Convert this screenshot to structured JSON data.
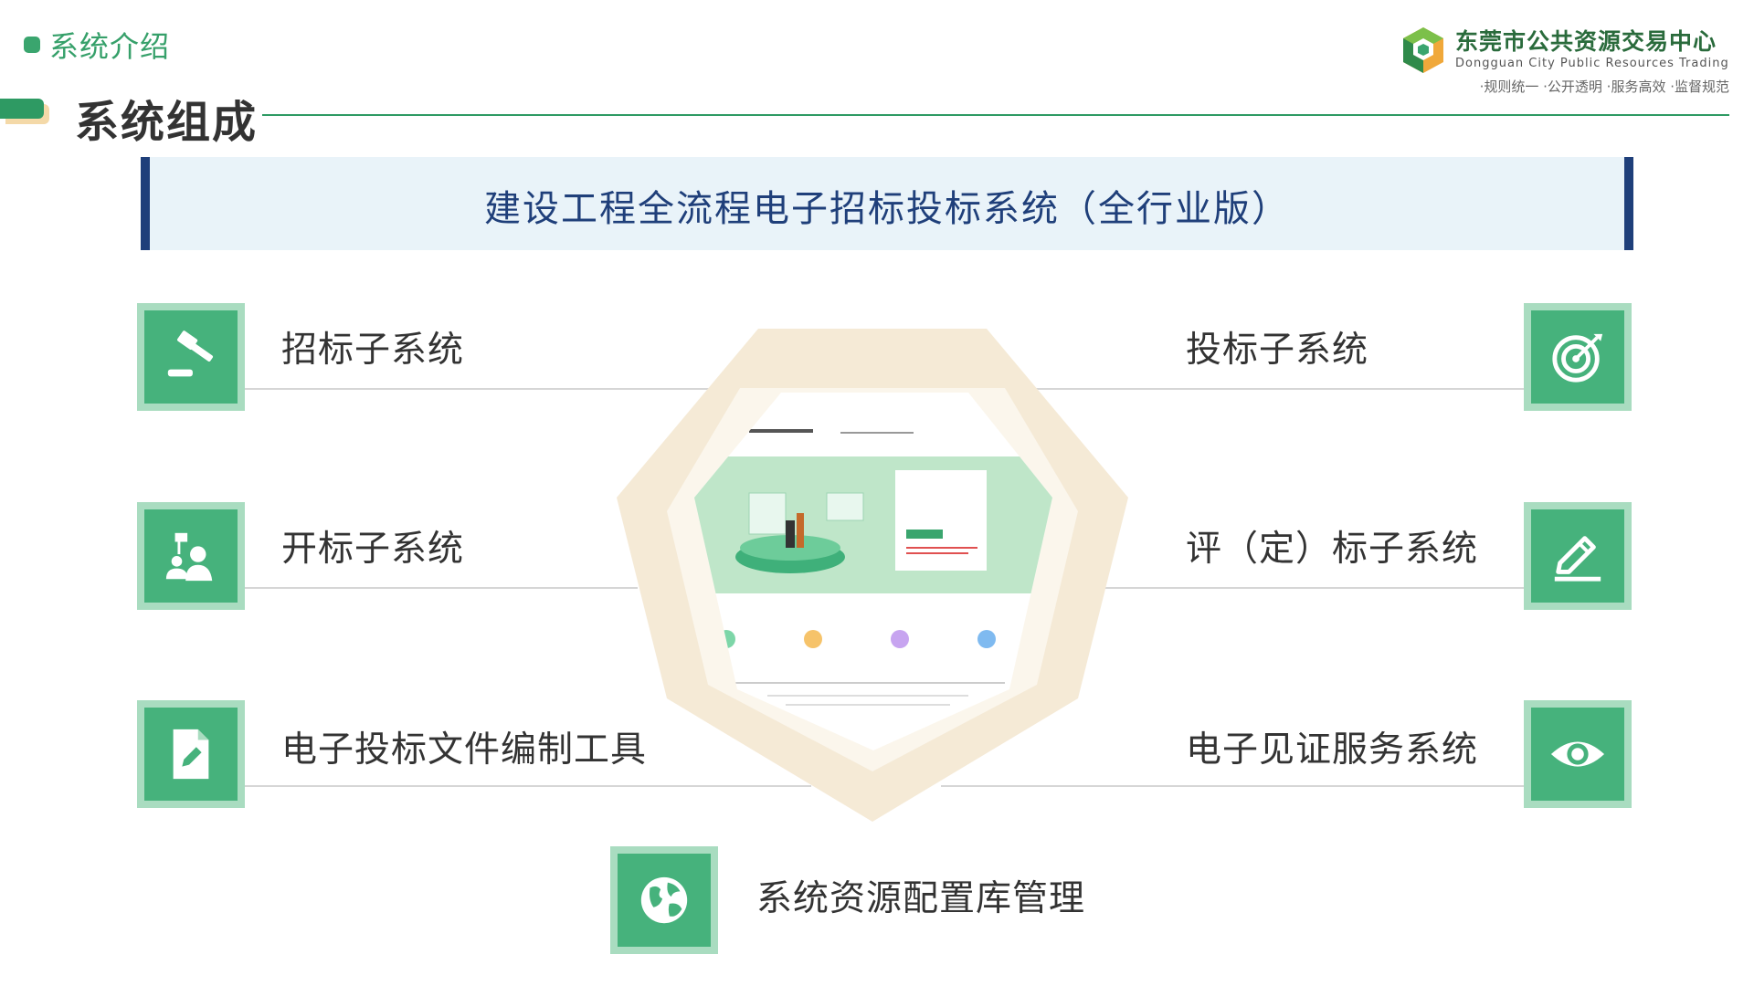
{
  "section_tag": "系统介绍",
  "page_title": "系统组成",
  "logo": {
    "name_cn": "东莞市公共资源交易中心",
    "name_en": "Dongguan City Public Resources Trading",
    "slogan": "·规则统一  ·公开透明  ·服务高效  ·监督规范"
  },
  "banner_title": "建设工程全流程电子招标投标系统（全行业版）",
  "left_items": [
    {
      "label": "招标子系统",
      "icon": "gavel-icon"
    },
    {
      "label": "开标子系统",
      "icon": "people-flag-icon"
    },
    {
      "label": "电子投标文件编制工具",
      "icon": "document-edit-icon"
    }
  ],
  "right_items": [
    {
      "label": "投标子系统",
      "icon": "target-icon"
    },
    {
      "label": "评（定）标子系统",
      "icon": "pencil-icon"
    },
    {
      "label": "电子见证服务系统",
      "icon": "eye-icon"
    }
  ],
  "bottom_item": {
    "label": "系统资源配置库管理",
    "icon": "globe-icon"
  },
  "colors": {
    "green": "#46b27c",
    "navy": "#1f3f7a",
    "cream": "#f5ead6"
  }
}
